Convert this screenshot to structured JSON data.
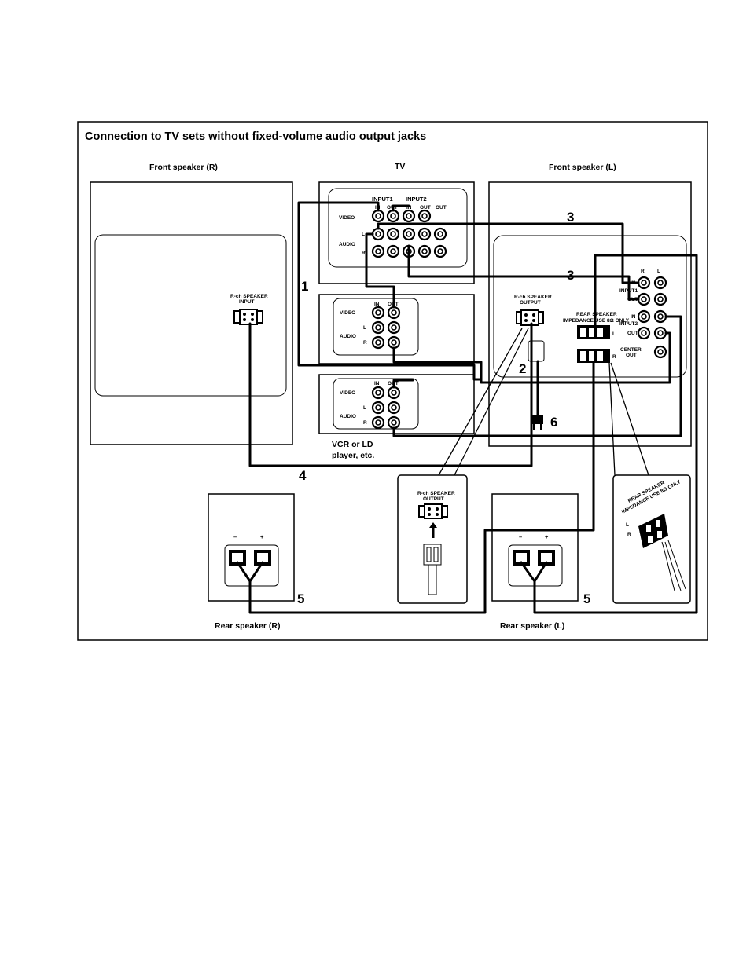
{
  "title": "Connection to TV sets without fixed-volume audio output jacks",
  "labels": {
    "front_speaker_r": "Front speaker (R)",
    "tv": "TV",
    "front_speaker_l": "Front speaker (L)",
    "vcr_line1": "VCR or LD",
    "vcr_line2": "player, etc.",
    "rear_speaker_r": "Rear speaker (R)",
    "rear_speaker_l": "Rear speaker (L)"
  },
  "jack_labels": {
    "input1": "INPUT1",
    "input2": "INPUT2",
    "in": "IN",
    "out": "OUT",
    "video": "VIDEO",
    "audio": "AUDIO",
    "l": "L",
    "r": "R",
    "rch_speaker": "R-ch SPEAKER",
    "input_word": "INPUT",
    "output_word": "OUTPUT",
    "rear_speaker": "REAR SPEAKER",
    "impedance": "IMPEDANCE USE 8Ω ONLY",
    "center": "CENTER",
    "out_small": "OUT",
    "in_small": "IN",
    "minus": "–",
    "plus": "+"
  },
  "steps": [
    "1",
    "2",
    "3",
    "3",
    "4",
    "5",
    "5",
    "6"
  ]
}
